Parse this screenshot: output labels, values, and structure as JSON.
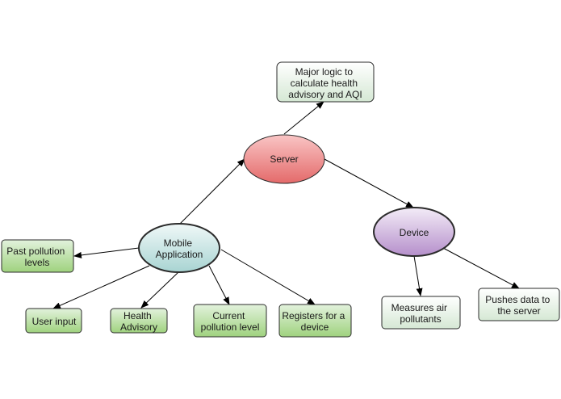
{
  "nodes": {
    "major_logic": {
      "lines": [
        "Major logic to",
        "calculate health",
        "advisory and AQI"
      ]
    },
    "server": {
      "lines": [
        "Server"
      ]
    },
    "mobile_app": {
      "lines": [
        "Mobile",
        "Application"
      ]
    },
    "device": {
      "lines": [
        "Device"
      ]
    },
    "past_pollution": {
      "lines": [
        "Past pollution",
        "levels"
      ]
    },
    "user_input": {
      "lines": [
        "User input"
      ]
    },
    "health_advisory": {
      "lines": [
        "Health",
        "Advisory"
      ]
    },
    "current_pollution": {
      "lines": [
        "Current",
        "pollution level"
      ]
    },
    "registers_device": {
      "lines": [
        "Registers for a",
        "device"
      ]
    },
    "measures_air": {
      "lines": [
        "Measures air",
        "pollutants"
      ]
    },
    "pushes_data": {
      "lines": [
        "Pushes data to",
        "the server"
      ]
    }
  },
  "colors": {
    "box_gradient_top": "#ffffff",
    "box_gradient_bottom": "#d5e8d4",
    "box_green_top": "#e2f2dc",
    "box_green_bottom": "#9fd27e",
    "server_top": "#f9c5c5",
    "server_bottom": "#e46a6a",
    "mobile_top": "#f0f8f8",
    "mobile_bottom": "#a8d4d2",
    "device_top": "#f3ecf7",
    "device_bottom": "#b58fcb",
    "stroke": "#2b2b2b"
  }
}
